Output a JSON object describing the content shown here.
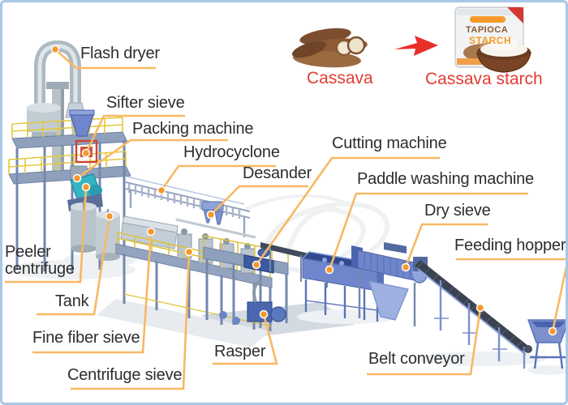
{
  "process_flow": {
    "input_label": "Cassava",
    "output_label": "Cassava starch",
    "bag_text_line1": "TAPIOCA",
    "bag_text_line2": "STARCH"
  },
  "equipment_labels": {
    "flash_dryer": "Flash dryer",
    "sifter_sieve": "Sifter sieve",
    "packing_machine": "Packing machine",
    "hydrocyclone": "Hydrocyclone",
    "desander": "Desander",
    "cutting_machine": "Cutting machine",
    "paddle_washing_machine": "Paddle washing machine",
    "dry_sieve": "Dry sieve",
    "feeding_hopper": "Feeding hopper",
    "peeler_centrifuge": "Peeler centrifuge",
    "tank": "Tank",
    "fine_fiber_sieve": "Fine fiber sieve",
    "centrifuge_sieve": "Centrifuge sieve",
    "rasper": "Rasper",
    "belt_conveyor": "Belt conveyor"
  },
  "colors": {
    "label_text": "#2d2d2d",
    "leader_line": "#f7b863",
    "leader_dot": "#f5982b",
    "caption_red": "#e23b33",
    "arrow_red": "#e8302a",
    "frame_border": "#a9c7e6",
    "machine_blue": "#6f86cc",
    "railing_yellow": "#e3c93e",
    "peeler_teal": "#35b5c5"
  }
}
